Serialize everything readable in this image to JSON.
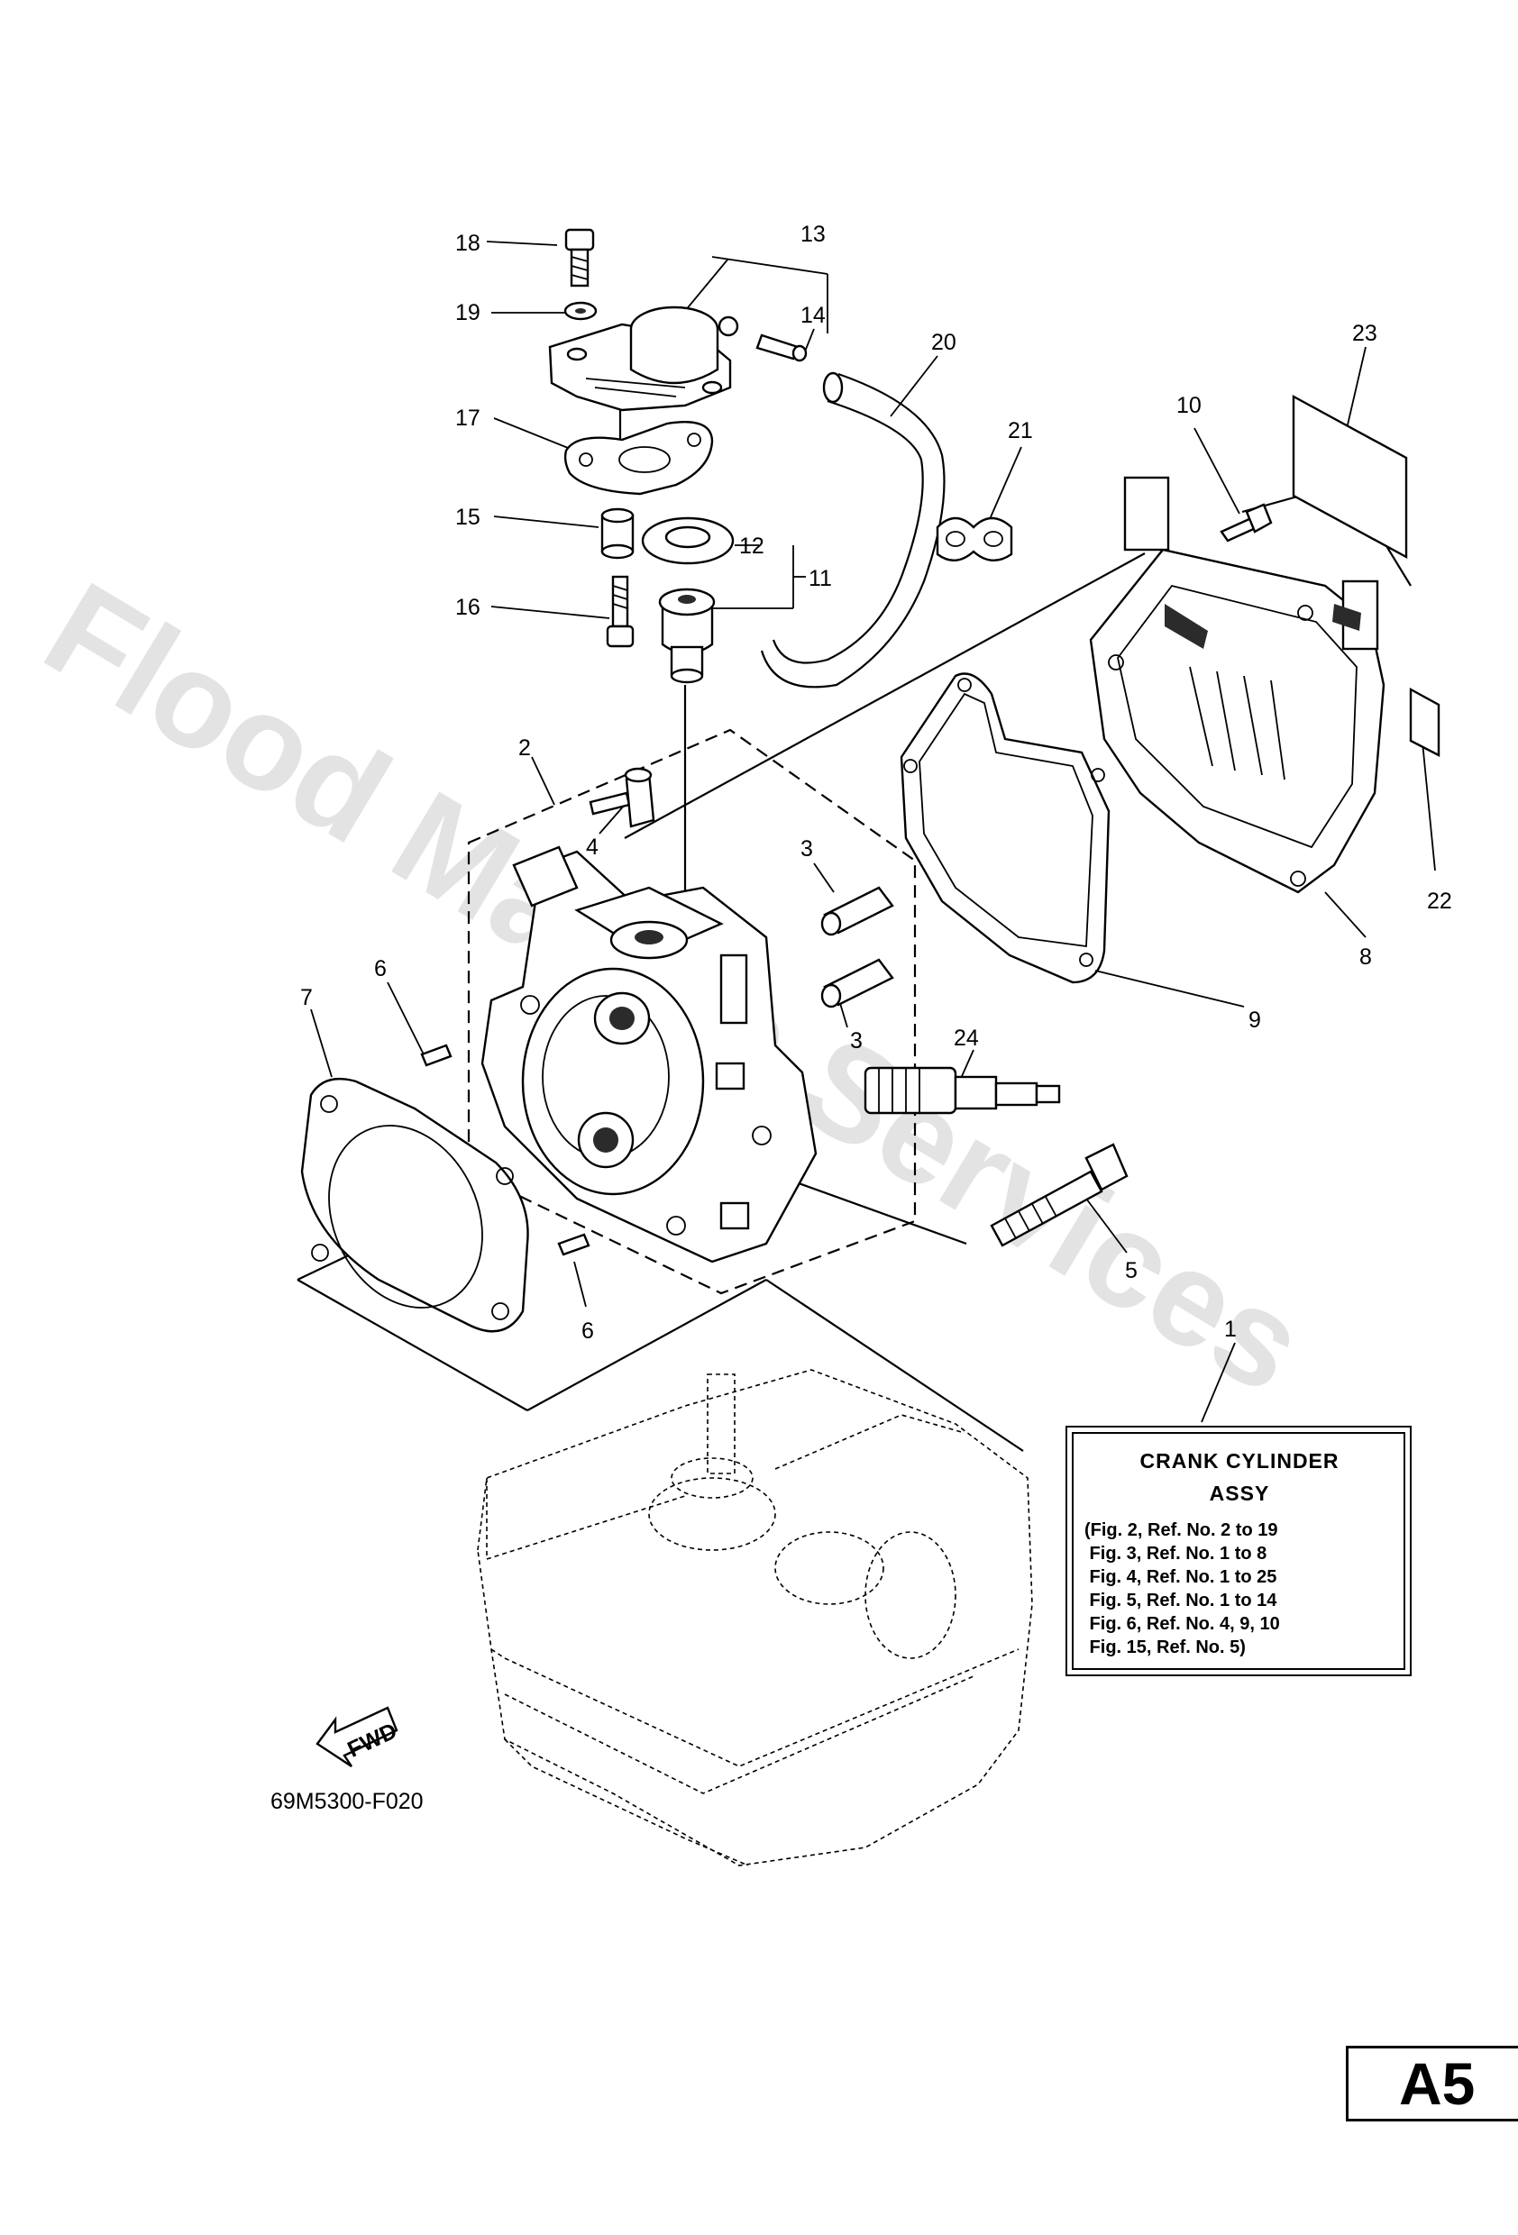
{
  "callouts": [
    {
      "ref": "1",
      "text": "1"
    },
    {
      "ref": "2",
      "text": "2"
    },
    {
      "ref": "3a",
      "text": "3"
    },
    {
      "ref": "3b",
      "text": "3"
    },
    {
      "ref": "4",
      "text": "4"
    },
    {
      "ref": "5",
      "text": "5"
    },
    {
      "ref": "6a",
      "text": "6"
    },
    {
      "ref": "6b",
      "text": "6"
    },
    {
      "ref": "7",
      "text": "7"
    },
    {
      "ref": "8",
      "text": "8"
    },
    {
      "ref": "9",
      "text": "9"
    },
    {
      "ref": "10",
      "text": "10"
    },
    {
      "ref": "11",
      "text": "11"
    },
    {
      "ref": "12",
      "text": "12"
    },
    {
      "ref": "13",
      "text": "13"
    },
    {
      "ref": "14",
      "text": "14"
    },
    {
      "ref": "15",
      "text": "15"
    },
    {
      "ref": "16",
      "text": "16"
    },
    {
      "ref": "17",
      "text": "17"
    },
    {
      "ref": "18",
      "text": "18"
    },
    {
      "ref": "19",
      "text": "19"
    },
    {
      "ref": "20",
      "text": "20"
    },
    {
      "ref": "21",
      "text": "21"
    },
    {
      "ref": "22",
      "text": "22"
    },
    {
      "ref": "23",
      "text": "23"
    },
    {
      "ref": "24",
      "text": "24"
    }
  ],
  "assembly_box": {
    "title_line1": "CRANK CYLINDER",
    "title_line2": "ASSY",
    "refs": [
      "(Fig. 2, Ref. No. 2 to 19",
      " Fig. 3, Ref. No. 1 to 8",
      " Fig. 4, Ref. No. 1 to 25",
      " Fig. 5, Ref. No. 1 to 14",
      " Fig. 6, Ref. No. 4, 9, 10",
      " Fig. 15, Ref. No. 5)"
    ]
  },
  "fwd_arrow_label": "FWD",
  "figure_code": "69M5300-F020",
  "page_code": "A5",
  "watermark": "Flood Marine Services",
  "colors": {
    "ink": "#000000",
    "paper": "#ffffff",
    "watermark": "#e0e0e0"
  }
}
